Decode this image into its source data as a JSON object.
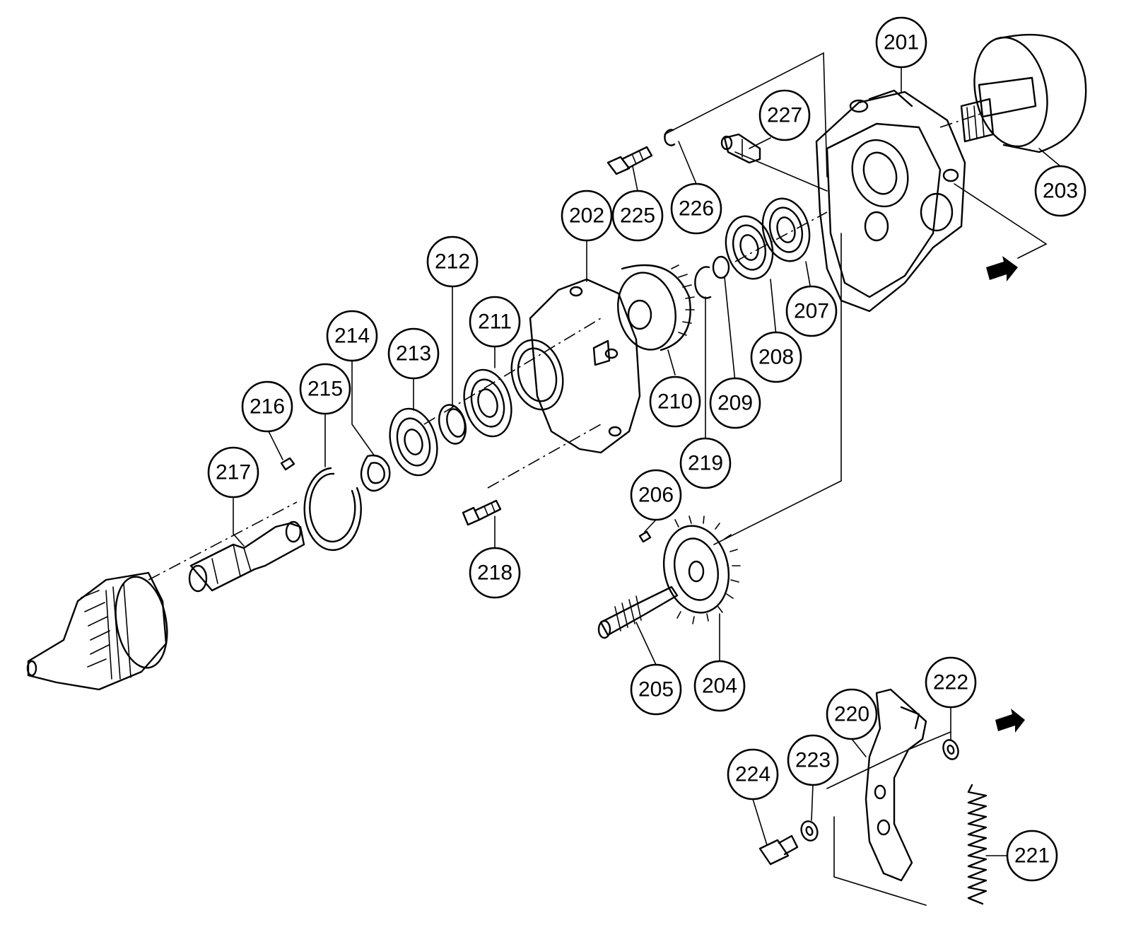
{
  "callouts": [
    {
      "id": "c201",
      "label": "201"
    },
    {
      "id": "c202",
      "label": "202"
    },
    {
      "id": "c203",
      "label": "203"
    },
    {
      "id": "c204",
      "label": "204"
    },
    {
      "id": "c205",
      "label": "205"
    },
    {
      "id": "c206",
      "label": "206"
    },
    {
      "id": "c207",
      "label": "207"
    },
    {
      "id": "c208",
      "label": "208"
    },
    {
      "id": "c209",
      "label": "209"
    },
    {
      "id": "c210",
      "label": "210"
    },
    {
      "id": "c211",
      "label": "211"
    },
    {
      "id": "c212",
      "label": "212"
    },
    {
      "id": "c213",
      "label": "213"
    },
    {
      "id": "c214",
      "label": "214"
    },
    {
      "id": "c215",
      "label": "215"
    },
    {
      "id": "c216",
      "label": "216"
    },
    {
      "id": "c217",
      "label": "217"
    },
    {
      "id": "c218",
      "label": "218"
    },
    {
      "id": "c219",
      "label": "219"
    },
    {
      "id": "c220",
      "label": "220"
    },
    {
      "id": "c221",
      "label": "221"
    },
    {
      "id": "c222",
      "label": "222"
    },
    {
      "id": "c223",
      "label": "223"
    },
    {
      "id": "c224",
      "label": "224"
    },
    {
      "id": "c225",
      "label": "225"
    },
    {
      "id": "c226",
      "label": "226"
    },
    {
      "id": "c227",
      "label": "227"
    }
  ],
  "icons": {
    "direction_arrow": "arrow-right-icon"
  }
}
